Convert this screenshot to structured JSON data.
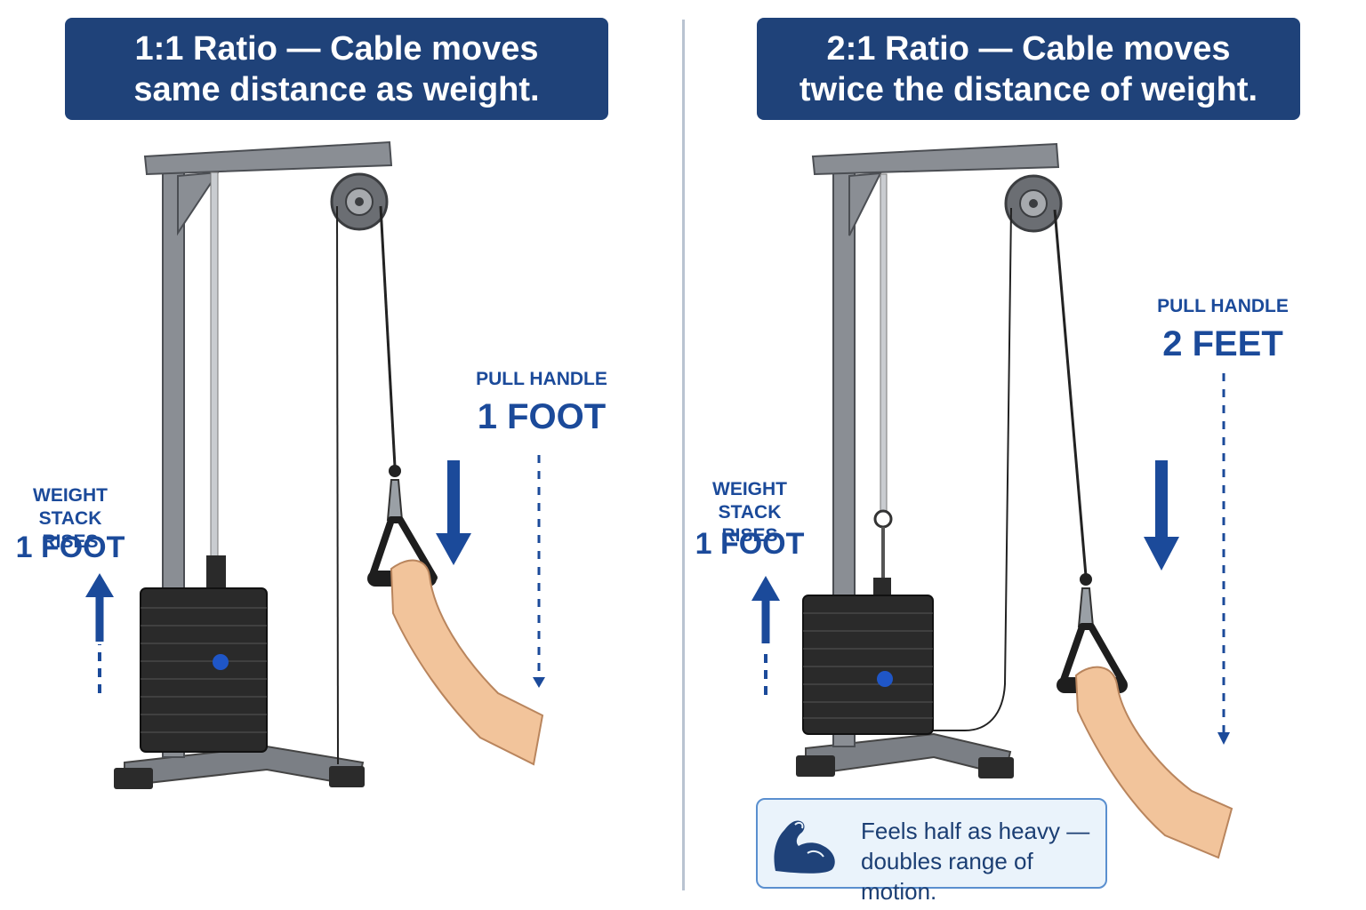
{
  "left": {
    "title_line1": "1:1 Ratio — Cable moves",
    "title_line2": "same distance as weight.",
    "weight_label_line1": "WEIGHT STACK",
    "weight_label_line2": "RISES",
    "weight_distance": "1 FOOT",
    "pull_label": "PULL HANDLE",
    "pull_distance": "1 FOOT"
  },
  "right": {
    "title_line1": "2:1 Ratio — Cable moves",
    "title_line2": "twice the distance of weight.",
    "weight_label_line1": "WEIGHT STACK",
    "weight_label_line2": "RISES",
    "weight_distance": "1 FOOT",
    "pull_label": "PULL HANDLE",
    "pull_distance": "2 FEET",
    "callout_line1": "Feels half as heavy —",
    "callout_line2": "doubles range of motion.",
    "callout_icon": "flexed-bicep-icon"
  },
  "colors": {
    "banner": "#1f4279",
    "accent_blue": "#1b4a9a",
    "frame_gray": "#8a8e94",
    "plate_black": "#2a2a2a",
    "callout_bg": "#eaf3fb",
    "skin": "#f2c49b"
  }
}
